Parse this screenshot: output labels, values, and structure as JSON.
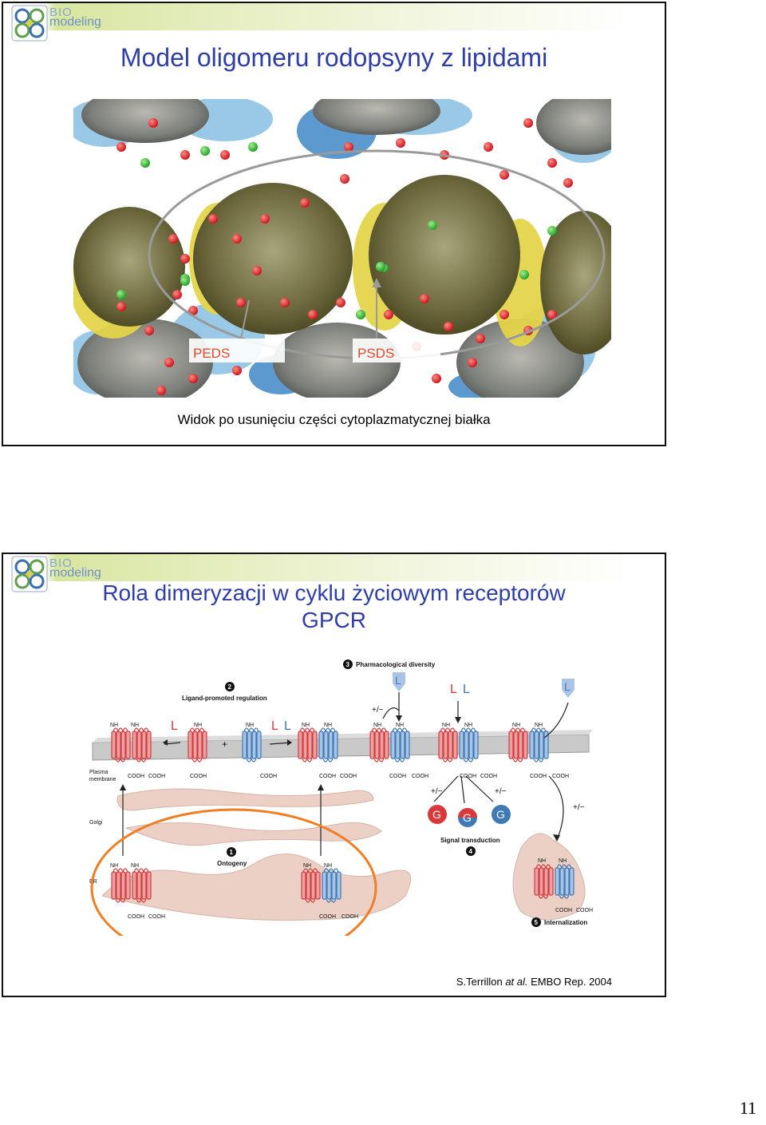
{
  "logo": {
    "top": "BIO",
    "bottom": "modeling"
  },
  "slide1": {
    "title": "Model oligomeru rodopsyny z lipidami",
    "label_peds": "PEDS",
    "label_psds": "PSDS",
    "caption": "Widok po usunięciu części cytoplazmatycznej białka"
  },
  "slide2": {
    "title_line1": "Rola dimeryzacji w cyklu życiowym receptorów",
    "title_line2": "GPCR",
    "figure": {
      "n1": "1",
      "ontogeny": "Ontogeny",
      "n2": "2",
      "ligand_reg": "Ligand-promoted regulation",
      "n3": "3",
      "pharm": "Pharmacological diversity",
      "n4": "4",
      "signal": "Signal transduction",
      "n5": "5",
      "internal": "Internalization",
      "plasma": "Plasma",
      "membrane": "membrane",
      "golgi": "Golgi",
      "er": "ER",
      "ligand": "L",
      "g": "G",
      "plus": "+",
      "plusminus": "+/−",
      "nh2": "NH",
      "cooh": "COOH"
    },
    "citation_author": "S.Terrillon ",
    "citation_etal": "at al.",
    "citation_rest": " EMBO Rep. 2004"
  },
  "page_number": "11",
  "colors": {
    "title": "#2e3ea6",
    "red_receptor": "#d9393a",
    "blue_receptor": "#3f79b6"
  }
}
